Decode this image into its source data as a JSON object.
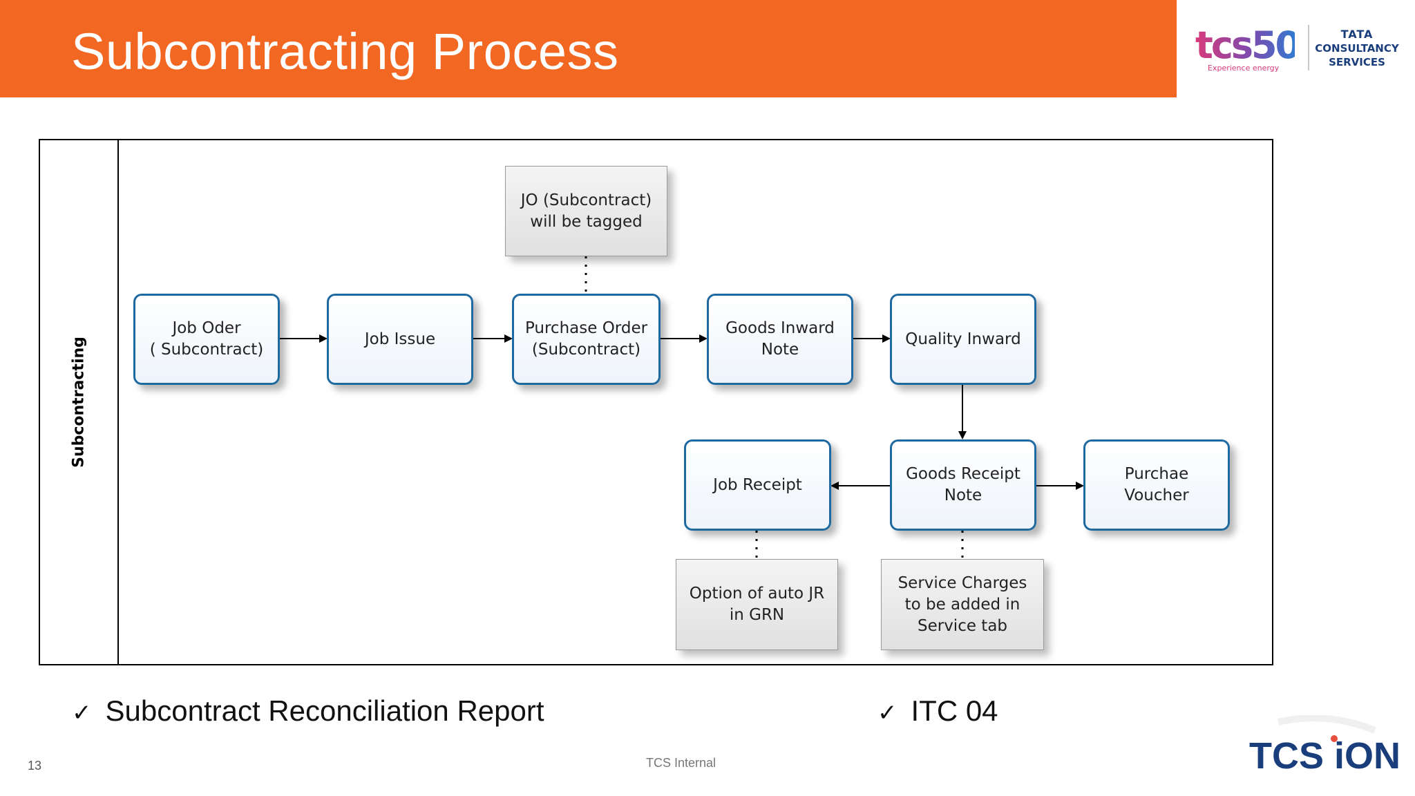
{
  "header": {
    "title": "Subcontracting Process",
    "brand_color": "#f26722"
  },
  "logos": {
    "tcs50_text": "tcs50",
    "tcs50_tagline": "Experience energy",
    "tata_line1": "TATA",
    "tata_line2": "CONSULTANCY",
    "tata_line3": "SERVICES",
    "ion_text": "TCS iON"
  },
  "diagram": {
    "lane_label": "Subcontracting",
    "process_boxes": [
      {
        "id": "job-order",
        "label_1": "Job Oder",
        "label_2": "( Subcontract)"
      },
      {
        "id": "job-issue",
        "label_1": "Job Issue",
        "label_2": ""
      },
      {
        "id": "purchase-order",
        "label_1": "Purchase Order",
        "label_2": "(Subcontract)"
      },
      {
        "id": "goods-inward-note",
        "label_1": "Goods Inward",
        "label_2": "Note"
      },
      {
        "id": "quality-inward",
        "label_1": "Quality Inward",
        "label_2": ""
      },
      {
        "id": "goods-receipt-note",
        "label_1": "Goods Receipt",
        "label_2": "Note"
      },
      {
        "id": "job-receipt",
        "label_1": "Job Receipt",
        "label_2": ""
      },
      {
        "id": "purchase-voucher",
        "label_1": "Purchae",
        "label_2": "Voucher"
      }
    ],
    "notes": [
      {
        "id": "jo-tagged",
        "lines": [
          "JO (Subcontract)",
          "will be tagged"
        ]
      },
      {
        "id": "auto-jr",
        "lines": [
          "Option of auto JR",
          "in GRN"
        ]
      },
      {
        "id": "service-charges",
        "lines": [
          "Service Charges",
          "to be added in",
          "Service tab"
        ]
      }
    ],
    "process_border_color": "#1e6aa0"
  },
  "bullets": [
    {
      "check": "✓",
      "text": "Subcontract Reconciliation Report"
    },
    {
      "check": "✓",
      "text": "ITC 04"
    }
  ],
  "footer": {
    "page_number": "13",
    "classification": "TCS Internal"
  }
}
